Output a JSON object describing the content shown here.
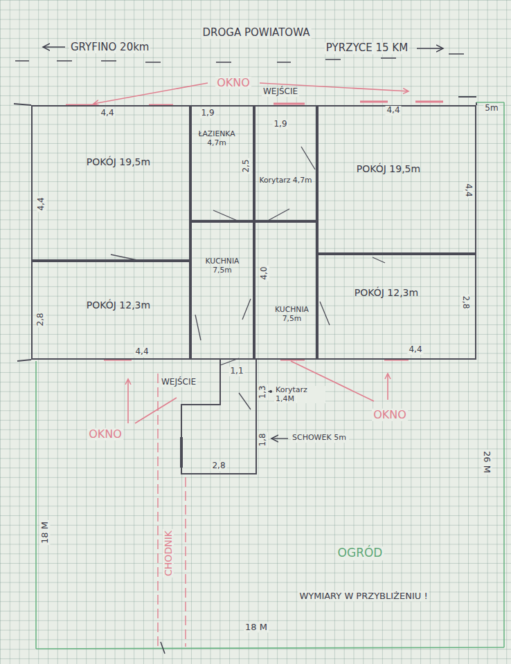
{
  "diagram": {
    "nodes": [
      {
        "text": [
          "POKÓJ 19,5m"
        ]
      },
      {
        "text": [
          "ŁAZIENKA 4,7m"
        ]
      },
      {
        "text": [
          "Korytarz 4,7m"
        ]
      },
      {
        "text": [
          "POKÓJ 19,5m"
        ]
      },
      {
        "text": [
          "KUCHNIA 7,5m"
        ]
      },
      {
        "text": [
          "POKÓJ 12,3m"
        ]
      },
      {
        "text": [
          "KUCHNIA 7,5m"
        ]
      },
      {
        "text": [
          "POKÓJ 12,3m"
        ]
      }
    ],
    "labels": [
      "GRYFINO 20km",
      "DROGA POWIATOWA",
      "PYRZYCE 15 KM",
      "OKNO",
      "WEJŚCIE",
      "4,4",
      "1,9",
      "1,9",
      "4,4",
      "5m",
      "4,4",
      "2,5",
      "4,4",
      "4,0",
      "2,8",
      "2,8",
      "4,4",
      "4,4",
      "1,1",
      "WEJŚCIE",
      "1,3",
      "Korytarz 1,4M",
      "1,8",
      "SCHOWEK 5m",
      "2,8",
      "OKNO",
      "OKNO",
      "26 M",
      "18 M",
      "CHODNIK",
      "OGRÓD",
      "WYMIARY W PRZYBLIŻENIU !",
      "18 M"
    ]
  }
}
